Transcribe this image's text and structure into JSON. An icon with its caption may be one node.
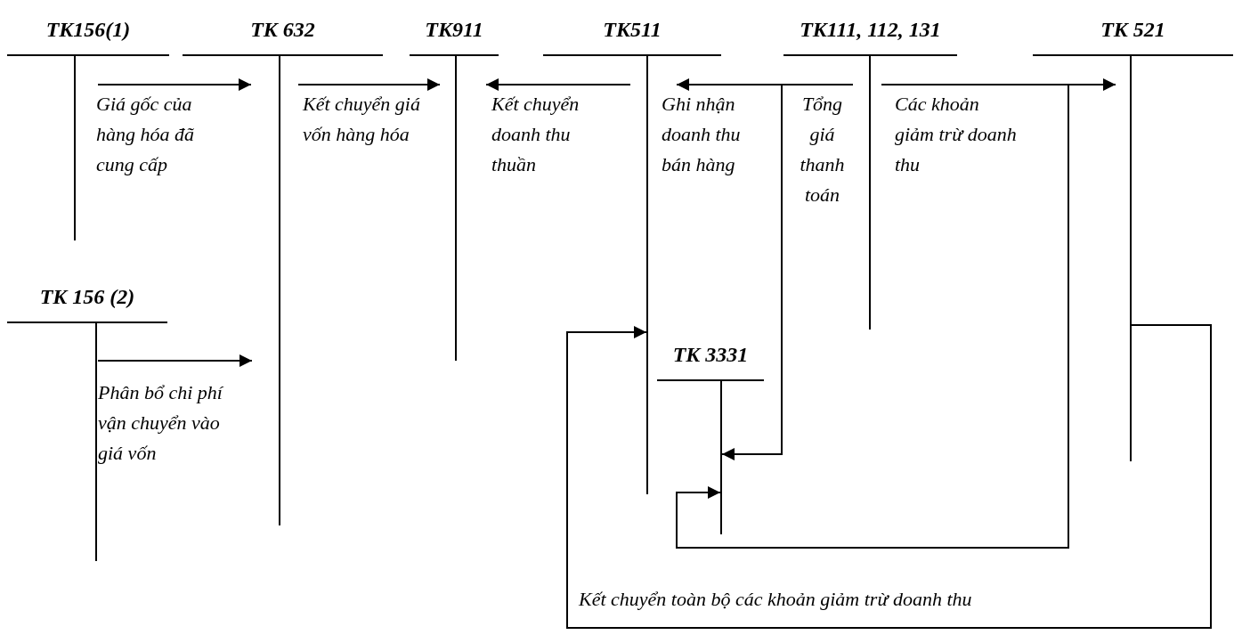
{
  "diagram": {
    "nodes": [
      {
        "text": [
          "TK156(1)"
        ]
      },
      {
        "text": [
          "TK 632"
        ]
      },
      {
        "text": [
          "TK911"
        ]
      },
      {
        "text": [
          "TK511"
        ]
      },
      {
        "text": [
          "TK111, 112, 131"
        ]
      },
      {
        "text": [
          "TK 521"
        ]
      },
      {
        "text": [
          "TK 156 (2)"
        ]
      },
      {
        "text": [
          "TK 3331"
        ]
      }
    ],
    "edges": [
      {
        "from": 0,
        "to": 1,
        "arrow": "to",
        "label": "Giá gốc của hàng hóa đã cung cấp"
      },
      {
        "from": 1,
        "to": 2,
        "arrow": "to",
        "label": "Kết chuyển giá vốn hàng hóa"
      },
      {
        "from": 3,
        "to": 2,
        "arrow": "to",
        "label": "Kết chuyển doanh thu thuần"
      },
      {
        "from": 4,
        "to": 3,
        "arrow": "to",
        "label": "Ghi nhận doanh thu bán hàng"
      },
      {
        "from": 4,
        "to": 7,
        "arrow": "to",
        "label": "Tổng giá thanh toán"
      },
      {
        "from": 4,
        "to": 5,
        "arrow": "to",
        "label": "Các khoản giảm trừ doanh thu"
      },
      {
        "from": 4,
        "to": 7,
        "arrow": "to"
      },
      {
        "from": 5,
        "to": 3,
        "arrow": "to",
        "label": "Kết chuyển toàn bộ các khoản giảm trừ doanh thu"
      },
      {
        "from": 6,
        "to": 1,
        "arrow": "to",
        "label": "Phân bổ chi phí vận chuyển vào giá vốn"
      }
    ]
  }
}
